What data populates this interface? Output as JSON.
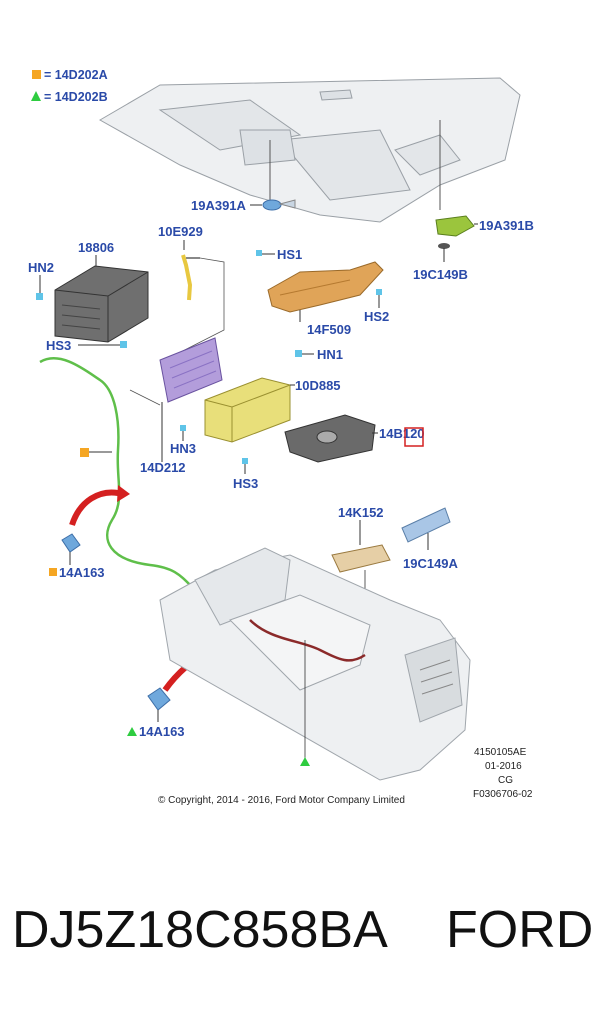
{
  "legend": {
    "square_code": "14D202A",
    "triangle_code": "14D202B",
    "square_color": "#f5a623",
    "triangle_color": "#2ecc40"
  },
  "labels": {
    "l_19a391a": "19A391A",
    "l_19a391b": "19A391B",
    "l_19c149b": "19C149B",
    "l_10e929": "10E929",
    "l_18806": "18806",
    "l_hn2": "HN2",
    "l_hs1": "HS1",
    "l_hs2": "HS2",
    "l_14f509": "14F509",
    "l_hn1": "HN1",
    "l_hs3a": "HS3",
    "l_10d885": "10D885",
    "l_14b120": "14B120",
    "l_hn3": "HN3",
    "l_14d212": "14D212",
    "l_hs3b": "HS3",
    "l_14k152": "14K152",
    "l_19c149a": "19C149A",
    "l_14a163a": "14A163",
    "l_14a163b": "14A163"
  },
  "meta": {
    "code1": "4150105AE",
    "date": "01-2016",
    "cg": "CG",
    "fig": "F0306706-02",
    "copyright": "© Copyright, 2014 - 2016, Ford Motor Company Limited"
  },
  "footer": {
    "part_number": "DJ5Z18C858BA",
    "brand": "FORD"
  },
  "colors": {
    "label_blue": "#2a4aa8",
    "wire_green": "#5fbf4a",
    "arrow_red": "#d42020",
    "amp_purple": "#b39ddb",
    "module_yellow": "#e8df7a",
    "bracket_orange": "#e0a458"
  }
}
